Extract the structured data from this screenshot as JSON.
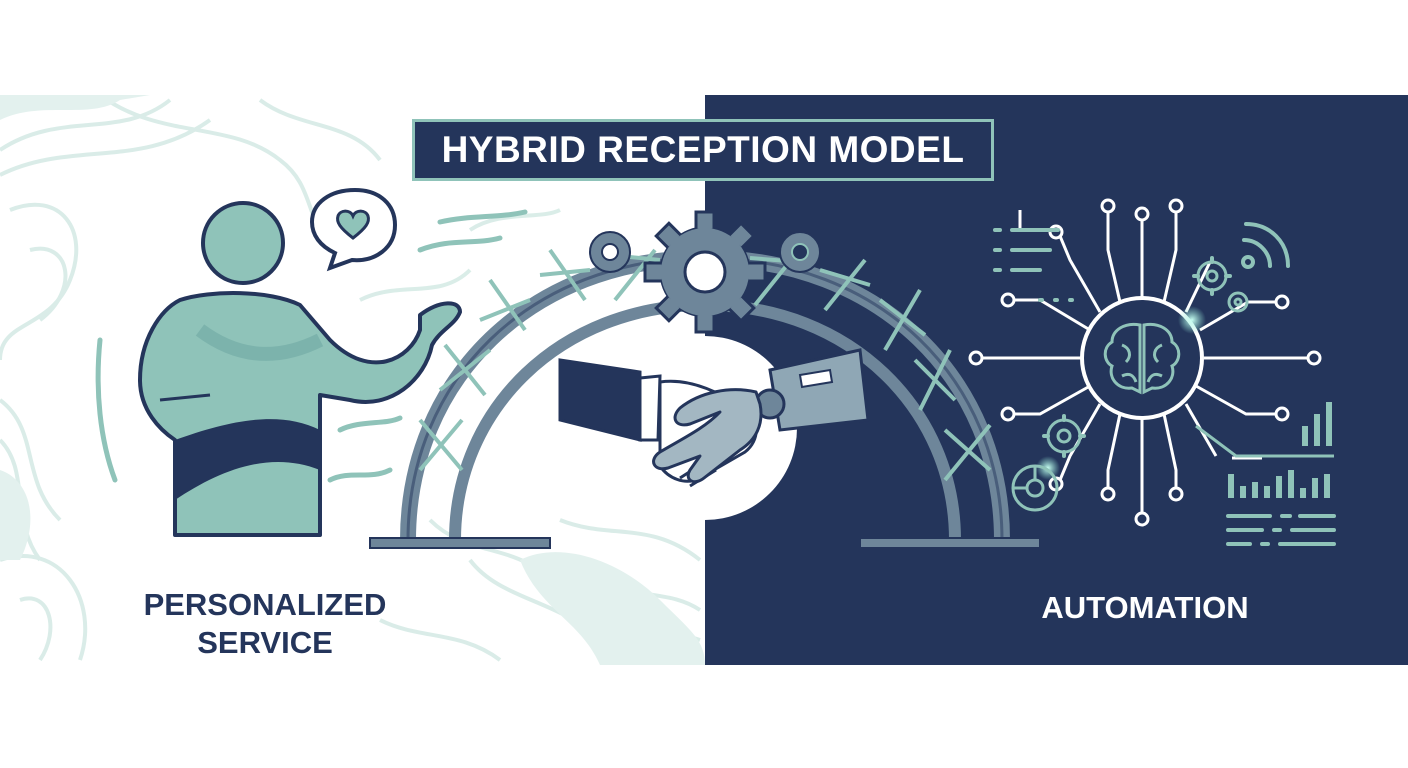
{
  "title": "HYBRID RECEPTION MODEL",
  "left_label": [
    "PERSONALIZED",
    "SERVICE"
  ],
  "right_label": "AUTOMATION",
  "colors": {
    "navy": "#24355b",
    "teal": "#8fc3b9",
    "teal_dark": "#5f8f90",
    "steel": "#6e869a",
    "white": "#ffffff"
  },
  "icons": [
    "person-icon",
    "heart-speech-bubble-icon",
    "gear-icon",
    "bridge-arch-icon",
    "handshake-icon",
    "robot-hand-icon",
    "brain-chip-icon",
    "wifi-signal-icon",
    "bar-chart-icon",
    "document-lines-icon"
  ]
}
